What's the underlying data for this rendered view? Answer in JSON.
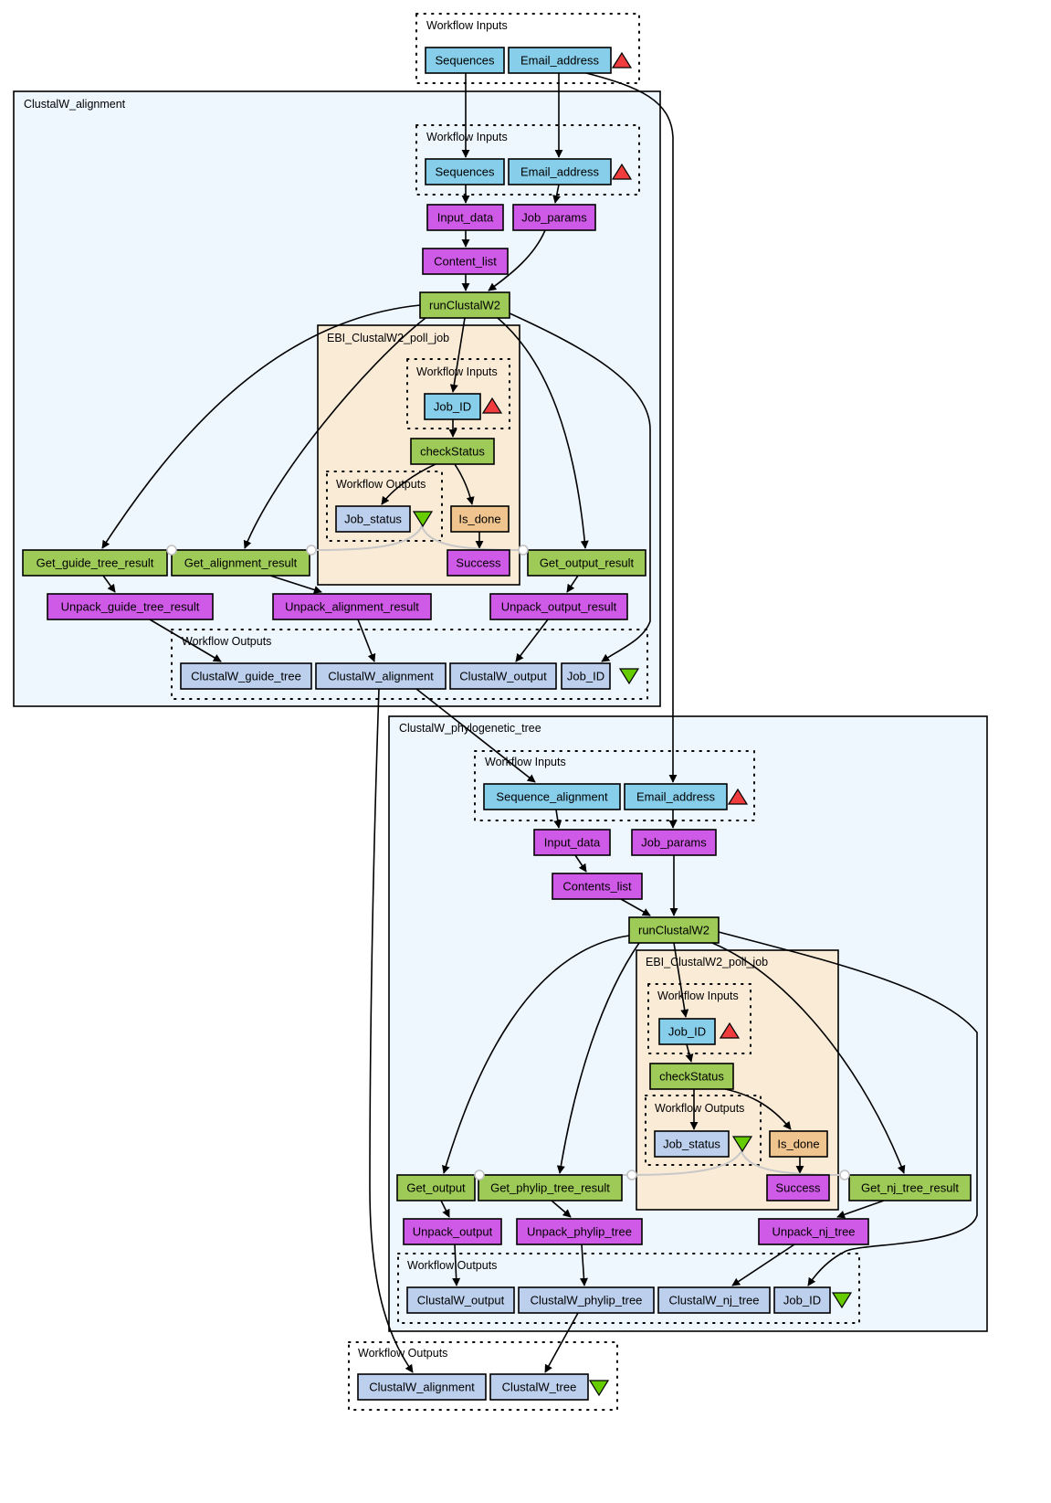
{
  "title": "ClustalW workflow diagram",
  "colors": {
    "input": "#87ceeb",
    "processor_beanshell": "#d05ae8",
    "processor_service": "#9ecb57",
    "output": "#bcd0ee",
    "string_constant": "#f0c48e",
    "nested_workflow_bg": "#eef6fe",
    "poll_job_bg": "#faebd7",
    "input_port_marker": "#f03c3c",
    "output_port_marker": "#66cc00"
  },
  "top_inputs": {
    "label": "Workflow Inputs",
    "ports": [
      "Sequences",
      "Email_address"
    ]
  },
  "alignment": {
    "title": "ClustalW_alignment",
    "inputs_label": "Workflow Inputs",
    "inputs": [
      "Sequences",
      "Email_address"
    ],
    "input_data": "Input_data",
    "job_params": "Job_params",
    "content_list": "Content_list",
    "run": "runClustalW2",
    "poll": {
      "title": "EBI_ClustalW2_poll_job",
      "inputs_label": "Workflow Inputs",
      "job_id": "Job_ID",
      "check_status": "checkStatus",
      "outputs_label": "Workflow Outputs",
      "job_status": "Job_status",
      "is_done": "Is_done",
      "success": "Success"
    },
    "get_guide_tree": "Get_guide_tree_result",
    "get_alignment": "Get_alignment_result",
    "get_output": "Get_output_result",
    "unpack_guide_tree": "Unpack_guide_tree_result",
    "unpack_alignment": "Unpack_alignment_result",
    "unpack_output": "Unpack_output_result",
    "outputs_label": "Workflow Outputs",
    "outputs": [
      "ClustalW_guide_tree",
      "ClustalW_alignment",
      "ClustalW_output",
      "Job_ID"
    ]
  },
  "phylo": {
    "title": "ClustalW_phylogenetic_tree",
    "inputs_label": "Workflow Inputs",
    "inputs": [
      "Sequence_alignment",
      "Email_address"
    ],
    "input_data": "Input_data",
    "job_params": "Job_params",
    "contents_list": "Contents_list",
    "run": "runClustalW2",
    "poll": {
      "title": "EBI_ClustalW2_poll_job",
      "inputs_label": "Workflow Inputs",
      "job_id": "Job_ID",
      "check_status": "checkStatus",
      "outputs_label": "Workflow Outputs",
      "job_status": "Job_status",
      "is_done": "Is_done",
      "success": "Success"
    },
    "get_output": "Get_output",
    "get_phylip": "Get_phylip_tree_result",
    "get_nj": "Get_nj_tree_result",
    "unpack_output": "Unpack_output",
    "unpack_phylip": "Unpack_phylip_tree",
    "unpack_nj": "Unpack_nj_tree",
    "outputs_label": "Workflow Outputs",
    "outputs": [
      "ClustalW_output",
      "ClustalW_phylip_tree",
      "ClustalW_nj_tree",
      "Job_ID"
    ]
  },
  "bottom_outputs": {
    "label": "Workflow Outputs",
    "ports": [
      "ClustalW_alignment",
      "ClustalW_tree"
    ]
  }
}
